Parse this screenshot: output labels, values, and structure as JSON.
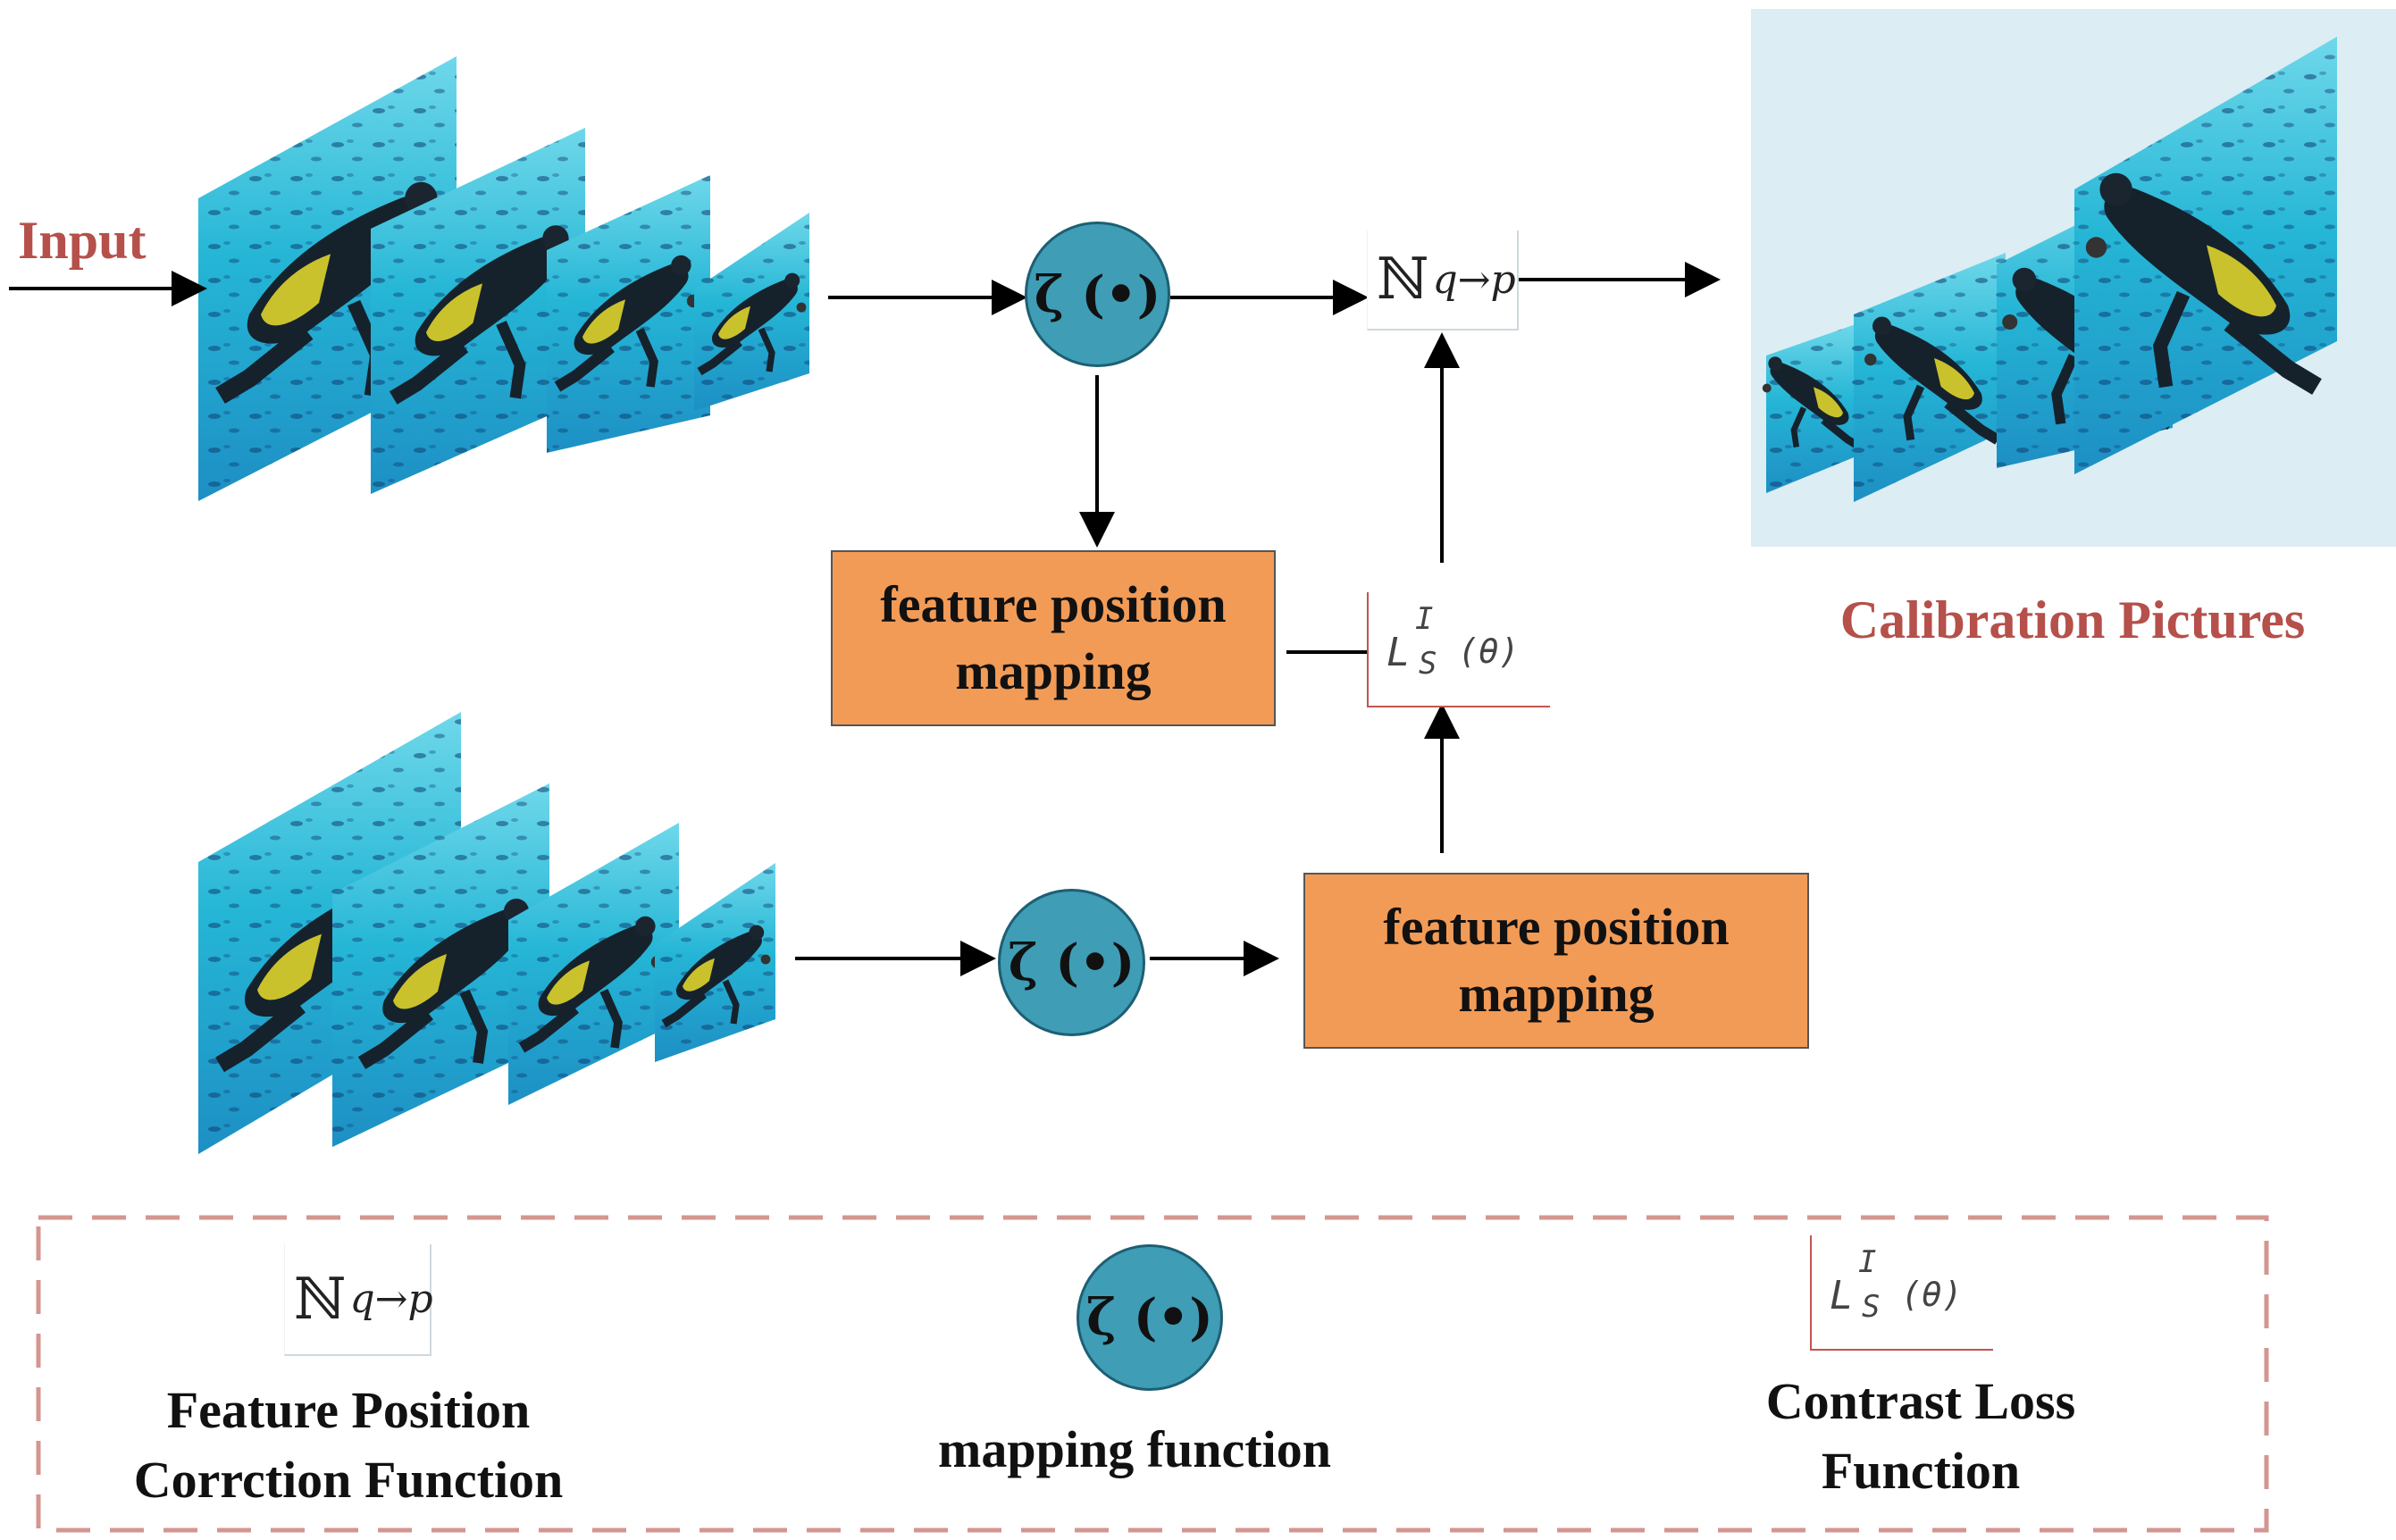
{
  "labels": {
    "input": "Input",
    "output": "Calibration Pictures",
    "mapping_top": "feature position mapping",
    "mapping_bottom": "feature position mapping"
  },
  "symbols": {
    "zeta": "ζ (•)",
    "n_base": "ℕ",
    "n_sub": "q→p",
    "loss_L": "L",
    "loss_sup": "I",
    "loss_sub": "S",
    "loss_arg": "(θ)"
  },
  "legend": {
    "n_label": "Feature Position Corrction Function",
    "zeta_label": "mapping function",
    "loss_label": "Contrast Loss Function"
  },
  "colors": {
    "water": "#2fb8d4",
    "orange_box": "#f29b57",
    "circle": "#3f9db6",
    "red_text": "#b5504a",
    "output_bg": "#dcedf3",
    "legend_border": "#d49690"
  }
}
